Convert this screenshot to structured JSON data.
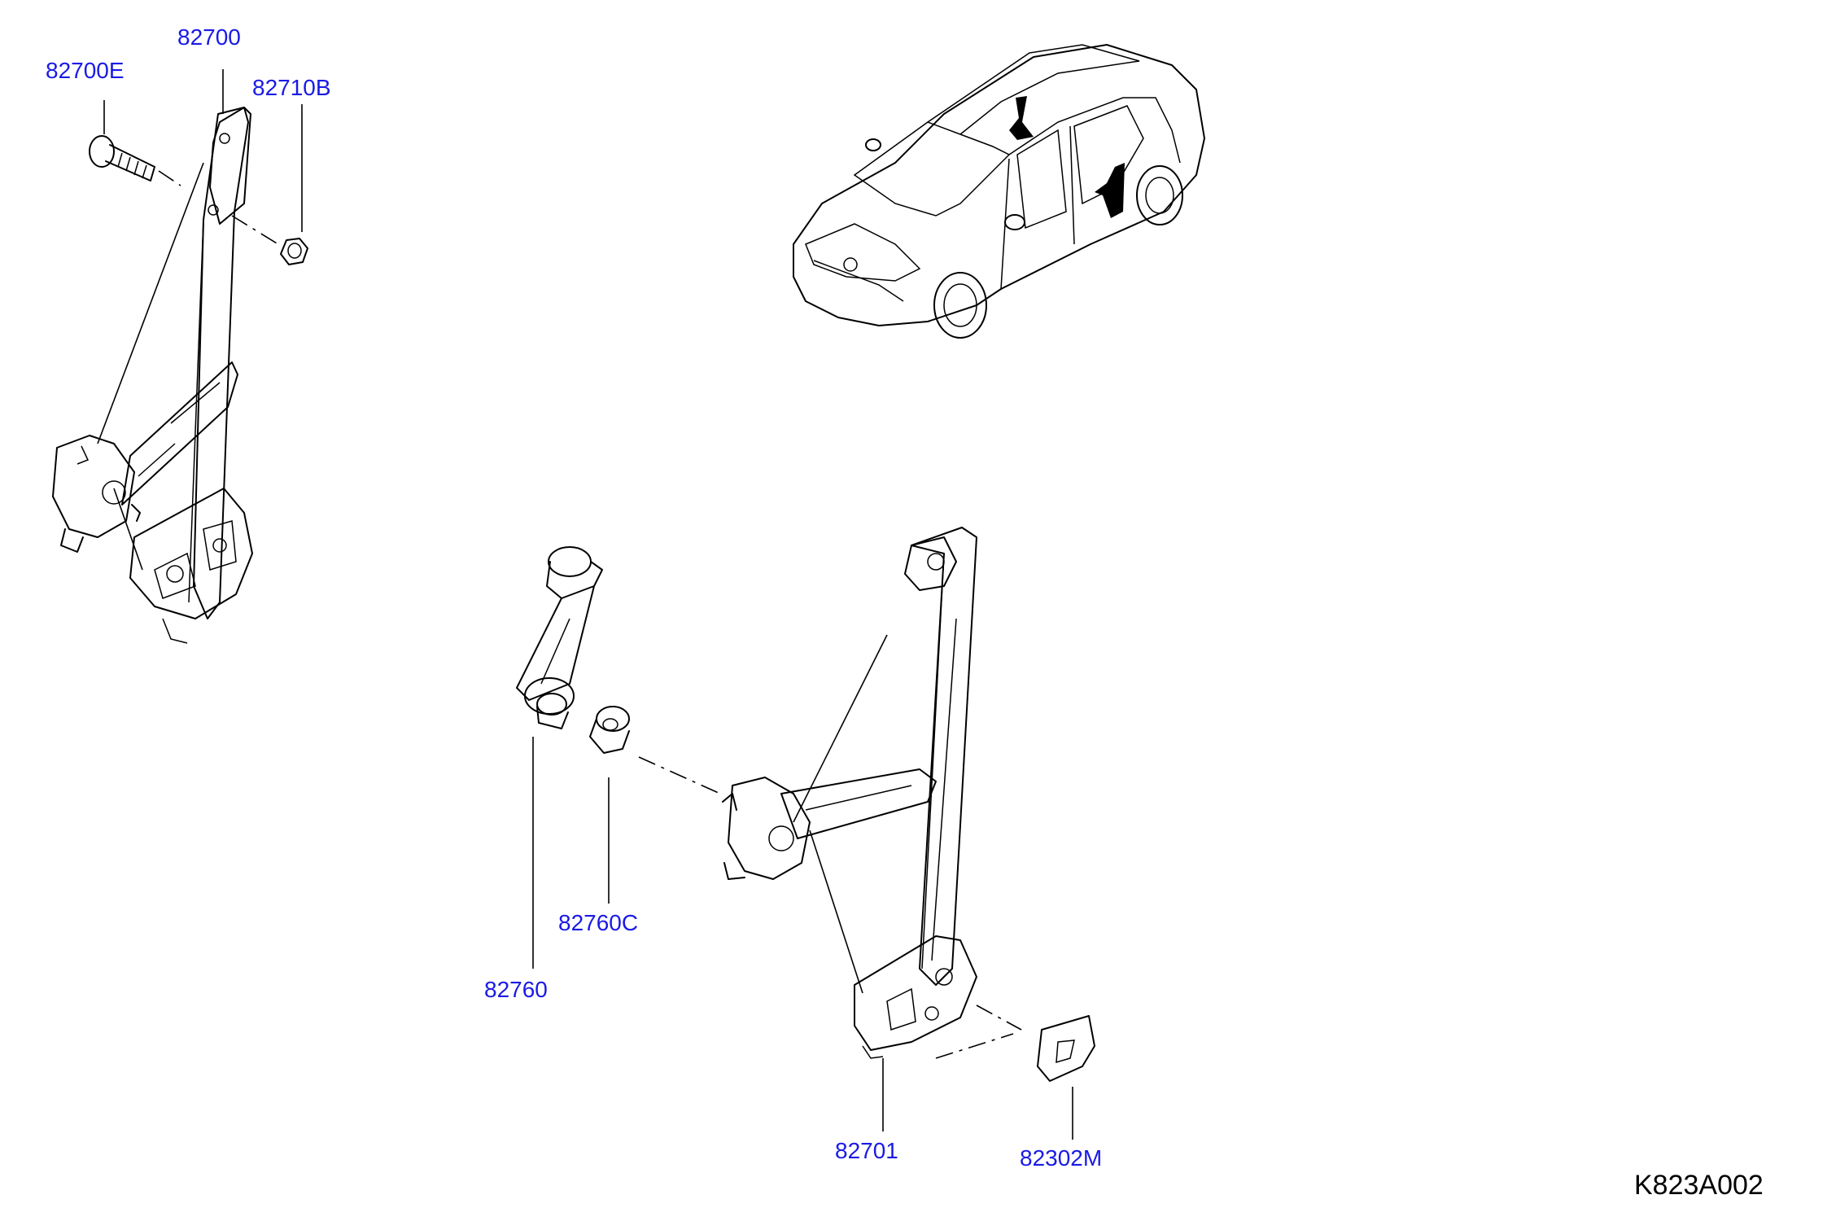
{
  "diagram": {
    "reference_code": "K823A002",
    "label_color": "#1a1ae6",
    "callouts": [
      {
        "id": "82700",
        "text": "82700"
      },
      {
        "id": "82700E",
        "text": "82700E"
      },
      {
        "id": "82710B",
        "text": "82710B"
      },
      {
        "id": "82760",
        "text": "82760"
      },
      {
        "id": "82760C",
        "text": "82760C"
      },
      {
        "id": "82701",
        "text": "82701"
      },
      {
        "id": "82302M",
        "text": "82302M"
      }
    ]
  }
}
